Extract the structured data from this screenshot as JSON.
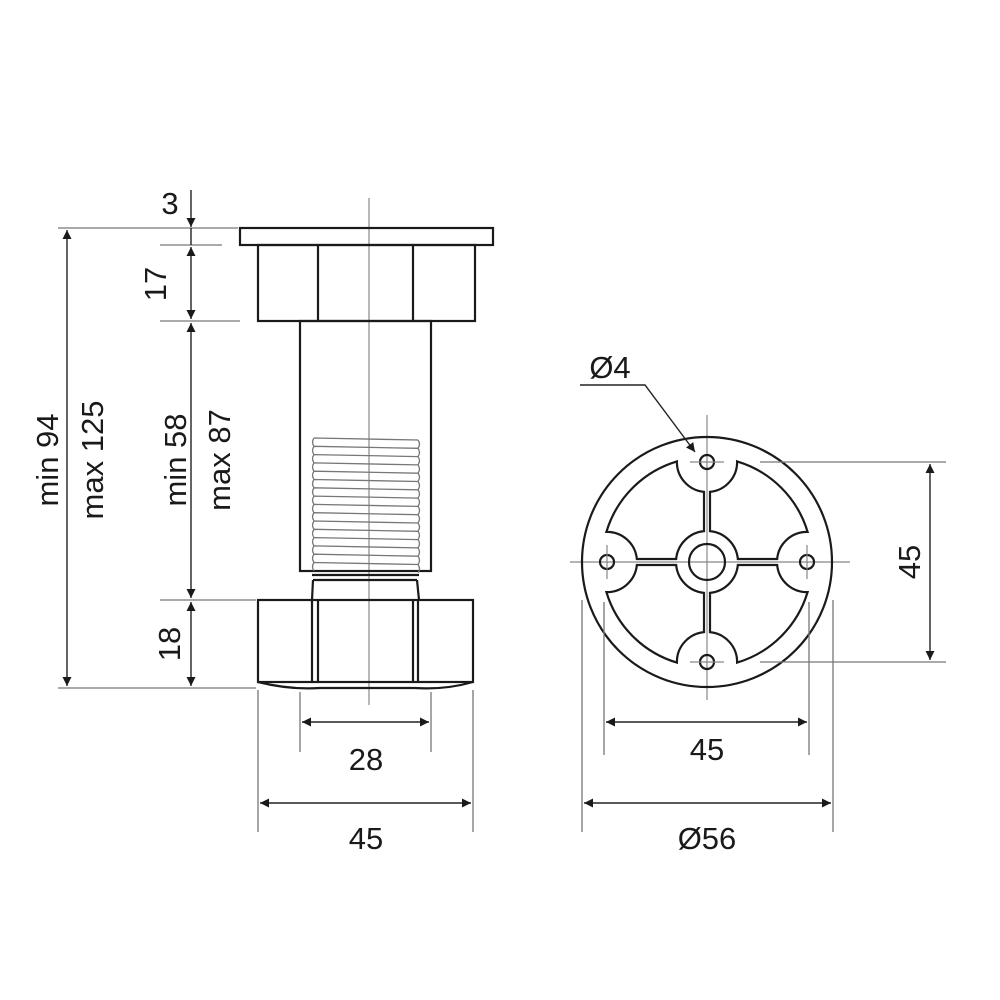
{
  "title": "Adjustable furniture leg dimensions",
  "side_view": {
    "overall_min": "min 94",
    "overall_max": "max 125",
    "plate_thickness": "3",
    "top_nut_height": "17",
    "shaft_min": "min 58",
    "shaft_max": "max 87",
    "bottom_nut_height": "18",
    "shaft_width": "28",
    "base_width": "45"
  },
  "bottom_view": {
    "hole_diameter": "Ø4",
    "hole_spacing_horizontal": "45",
    "hole_spacing_vertical": "45",
    "outer_diameter": "Ø56"
  }
}
